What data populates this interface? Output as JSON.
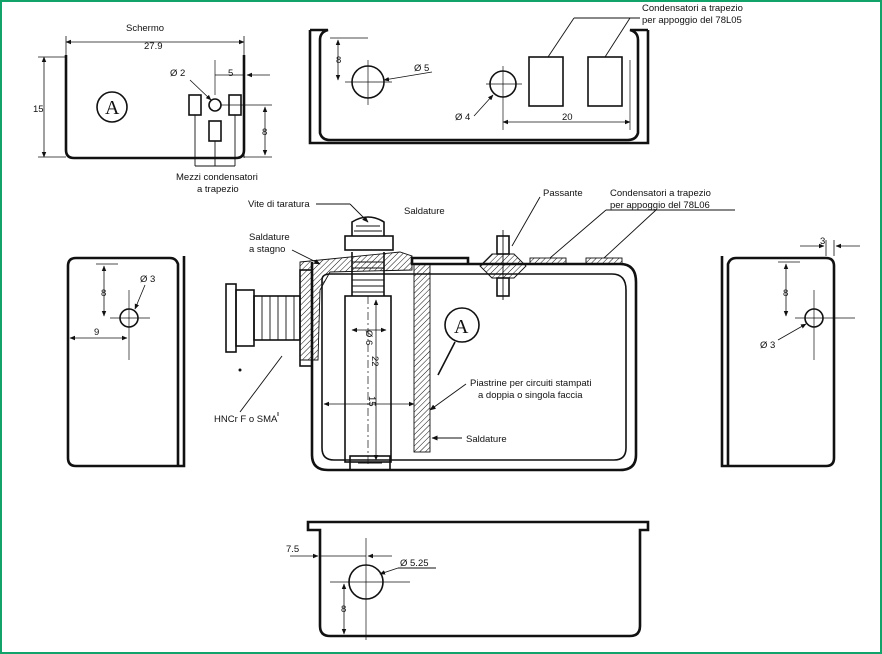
{
  "labels": {
    "schermo": "Schermo",
    "dim_27_9": "27.9",
    "dia_2": "Ø 2",
    "dim_5_top": "5",
    "dim_15": "15",
    "dim_8_right": "8",
    "mezzi_1": "Mezzi condensatori",
    "mezzi_2": "a trapezio",
    "cond_78l05_1": "Condensatori a trapezio",
    "cond_78l05_2": "per appoggio del 78L05",
    "dim_8_top": "8",
    "dia_5": "Ø 5",
    "dia_4": "Ø 4",
    "dim_20": "20",
    "vite": "Vite di taratura",
    "saldature_top": "Saldature",
    "passante": "Passante",
    "cond_78l06_1": "Condensatori a trapezio",
    "cond_78l06_2": "per appoggio del 78L06",
    "saldature_stagno_1": "Saldature",
    "saldature_stagno_2": "a stagno",
    "dia_6": "Ø 6",
    "dim_22": "22",
    "dim_15_mid": "15",
    "piastrine_1": "Piastrine per circuiti stampati",
    "piastrine_2": "a doppia o singola faccia",
    "saldature_bottom": "Saldature",
    "hncr": "HNCr F o SMA",
    "left_dim_8": "8",
    "left_dia_3": "Ø 3",
    "left_dim_9": "9",
    "right_dim_3": "3",
    "right_dim_8": "8",
    "right_dia_3": "Ø 3",
    "bottom_dim_7_5": "7.5",
    "bottom_dia_5_25": "Ø 5.25",
    "bottom_dim_8": "8",
    "circle_A_1": "A",
    "circle_A_2": "A"
  }
}
